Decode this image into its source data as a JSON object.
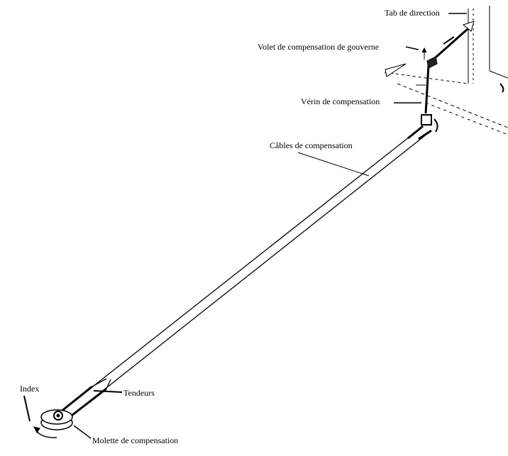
{
  "labels": {
    "tab": "Tab de direction",
    "volet": "Volet de compensation de gouverne",
    "verin": "Vérin de compensation",
    "cables": "Câbles de compensation",
    "index": "Index",
    "tendeurs": "Tendeurs",
    "molette": "Molette de compensation"
  }
}
